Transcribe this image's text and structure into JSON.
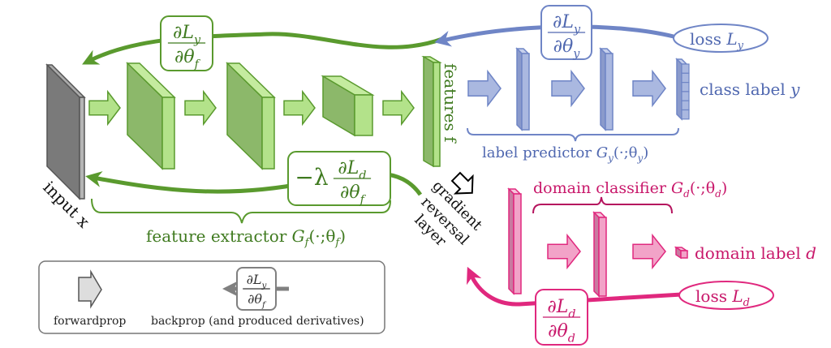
{
  "colors": {
    "green": "#5a9a2e",
    "green_fill": "#b3e28a",
    "green_dark": "#8cb86a",
    "blue": "#6f85c6",
    "blue_fill": "#aab8e0",
    "pink": "#e0287e",
    "pink_fill": "#f2a3c8",
    "gray": "#808080",
    "legend_border": "#777777"
  },
  "feature_extractor": {
    "input_label": "input x",
    "features_label": "features f",
    "bracket_label": "feature extractor G_f(·;θ_f)",
    "bracket_text": "feature extractor ",
    "bracket_math": "G",
    "bracket_sub": "f",
    "bracket_args": "(·;θ",
    "bracket_args_sub": "f",
    "bracket_close": ")"
  },
  "label_predictor": {
    "bracket_text": "label predictor ",
    "bracket_math": "G",
    "bracket_sub": "y",
    "bracket_args": "(·;θ",
    "bracket_args_sub": "y",
    "bracket_close": ")",
    "output_label": "class label ",
    "output_var": "y",
    "loss_label": "loss ",
    "loss_var": "L",
    "loss_sub": "y"
  },
  "domain_classifier": {
    "bracket_text": "domain classifier ",
    "bracket_math": "G",
    "bracket_sub": "d",
    "bracket_args": "(·;θ",
    "bracket_args_sub": "d",
    "bracket_close": ")",
    "output_label": "domain label ",
    "output_var": "d",
    "loss_label": "loss ",
    "loss_var": "L",
    "loss_sub": "d"
  },
  "gradient_reversal": {
    "lines": [
      "gradient",
      "reversal",
      "layer"
    ]
  },
  "derivatives": {
    "dLy_dthetaf": {
      "num": "∂L",
      "num_sub": "y",
      "den": "∂θ",
      "den_sub": "f"
    },
    "dLy_dthetay": {
      "num": "∂L",
      "num_sub": "y",
      "den": "∂θ",
      "den_sub": "y"
    },
    "neg_lambda_dLd_dthetaf": {
      "prefix": "−λ",
      "num": "∂L",
      "num_sub": "d",
      "den": "∂θ",
      "den_sub": "f"
    },
    "dLd_dthetad": {
      "num": "∂L",
      "num_sub": "d",
      "den": "∂θ",
      "den_sub": "d"
    }
  },
  "legend": {
    "forwardprop_label": "forwardprop",
    "backprop_label": "backprop (and produced derivatives)",
    "backprop_frac": {
      "num": "∂L",
      "num_sub": "y",
      "den": "∂θ",
      "den_sub": "f"
    }
  }
}
